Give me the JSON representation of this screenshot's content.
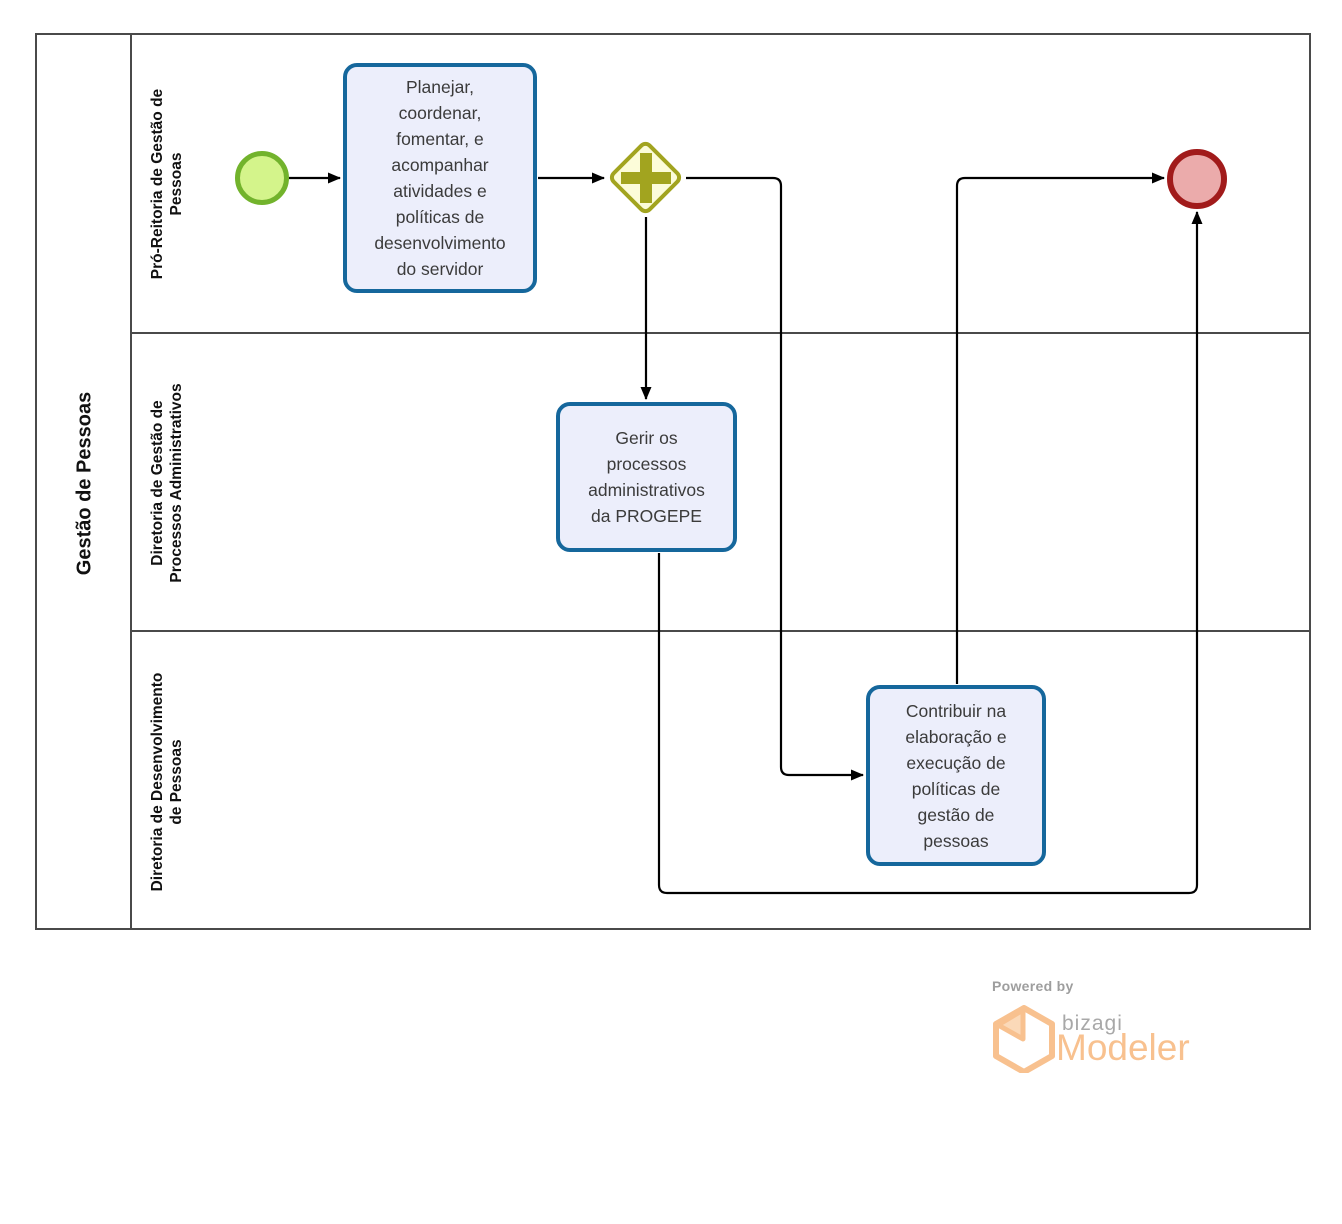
{
  "pool": {
    "title": "Gestão de Pessoas",
    "lanes": [
      {
        "label": "Pró-Reitoria de Gestão de\nPessoas"
      },
      {
        "label": "Diretoria de Gestão de\nProcessos Administrativos"
      },
      {
        "label": "Diretoria de Desenvolvimento\nde Pessoas"
      }
    ]
  },
  "nodes": {
    "start_event": {
      "type": "start-event"
    },
    "task_planejar": {
      "label": "Planejar,\ncoordenar,\nfomentar, e\nacompanhar\natividades e\npolíticas de\ndesenvolvimento\ndo servidor"
    },
    "parallel_gateway": {
      "type": "parallel-gateway"
    },
    "task_gerir": {
      "label": "Gerir os\nprocessos\nadministrativos\nda PROGEPE"
    },
    "task_contribuir": {
      "label": "Contribuir na\nelaboração e\nexecução de\npolíticas de\ngestão de\npessoas"
    },
    "end_event": {
      "type": "end-event"
    }
  },
  "colors": {
    "task_border": "#15679c",
    "task_fill": "#eceefb",
    "start_border": "#72b32c",
    "start_fill": "#d4f48b",
    "gateway_border": "#a2a41f",
    "gateway_fill": "#fcfcd9",
    "end_border": "#a11b1b",
    "end_fill": "#ebabab",
    "flow_line": "#000000",
    "pool_border": "#4a4a4a",
    "logo_peach": "#f8c18f",
    "logo_gray": "#a8a8a8"
  },
  "branding": {
    "powered_by": "Powered by",
    "brand": "bizagi",
    "product": "Modeler"
  }
}
